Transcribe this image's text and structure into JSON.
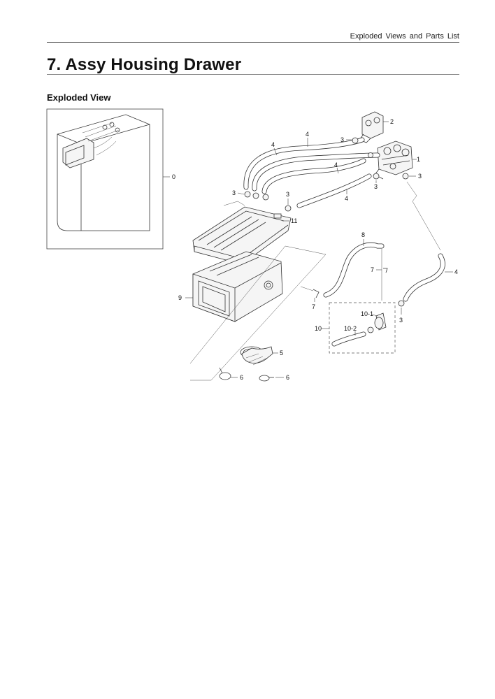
{
  "header": {
    "section": "Exploded Views and Parts List"
  },
  "page": {
    "title": "7.  Assy Housing Drawer",
    "subtitle": "Exploded View"
  },
  "callouts": {
    "c0": "0",
    "c1": "1",
    "c2": "2",
    "c3a": "3",
    "c3b": "3",
    "c3c": "3",
    "c3d": "3",
    "c3e": "3",
    "c3f": "3",
    "c4a": "4",
    "c4b": "4",
    "c4c": "4",
    "c4d": "4",
    "c4e": "4",
    "c5": "5",
    "c6a": "6",
    "c6b": "6",
    "c7a": "7",
    "c7b": "7",
    "c8": "8",
    "c9": "9",
    "c10": "10",
    "c10_1": "10-1",
    "c10_2": "10-2",
    "c11": "11"
  }
}
